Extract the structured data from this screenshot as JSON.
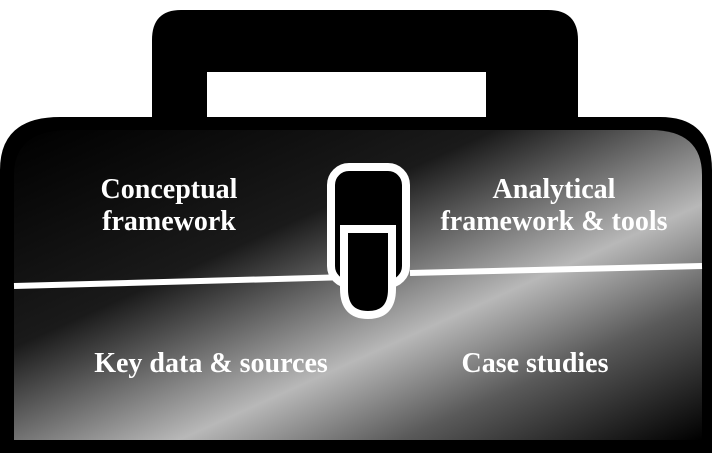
{
  "toolbox": {
    "quadrants": {
      "top_left": {
        "lines": [
          "Conceptual",
          "framework"
        ]
      },
      "top_right": {
        "lines": [
          "Analytical",
          "framework & tools"
        ]
      },
      "bottom_left": {
        "lines": [
          "Key data & sources"
        ]
      },
      "bottom_right": {
        "lines": [
          "Case studies"
        ]
      }
    },
    "colors": {
      "body_dark": "#000000",
      "body_light": "#bdbdbd",
      "outline": "#ffffff",
      "handle": "#000000"
    }
  }
}
